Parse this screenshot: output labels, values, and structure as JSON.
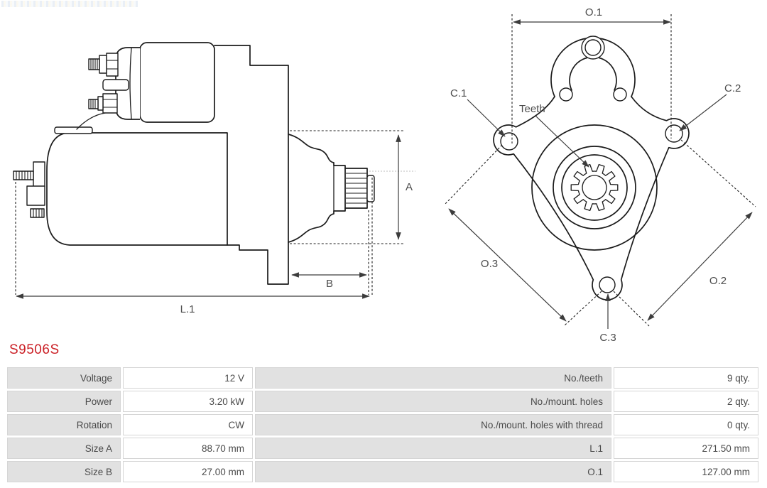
{
  "part_number": "S9506S",
  "colors": {
    "accent_red": "#cb2127",
    "table_label_bg": "#e1e1e1",
    "table_border": "#d5d5d5",
    "line_color": "#1b1b1b"
  },
  "diagram": {
    "side_view": {
      "dim_a": "A",
      "dim_b": "B",
      "dim_l1": "L.1"
    },
    "front_view": {
      "dim_o1": "O.1",
      "dim_o2": "O.2",
      "dim_o3": "O.3",
      "hole_c1": "C.1",
      "hole_c2": "C.2",
      "hole_c3": "C.3",
      "teeth": "Teeth"
    }
  },
  "specs": {
    "rows": [
      {
        "label": "Voltage",
        "value": "12 V",
        "label2": "No./teeth",
        "value2": "9 qty."
      },
      {
        "label": "Power",
        "value": "3.20 kW",
        "label2": "No./mount. holes",
        "value2": "2 qty."
      },
      {
        "label": "Rotation",
        "value": "CW",
        "label2": "No./mount. holes with thread",
        "value2": "0 qty."
      },
      {
        "label": "Size A",
        "value": "88.70 mm",
        "label2": "L.1",
        "value2": "271.50 mm"
      },
      {
        "label": "Size B",
        "value": "27.00 mm",
        "label2": "O.1",
        "value2": "127.00 mm"
      }
    ]
  }
}
